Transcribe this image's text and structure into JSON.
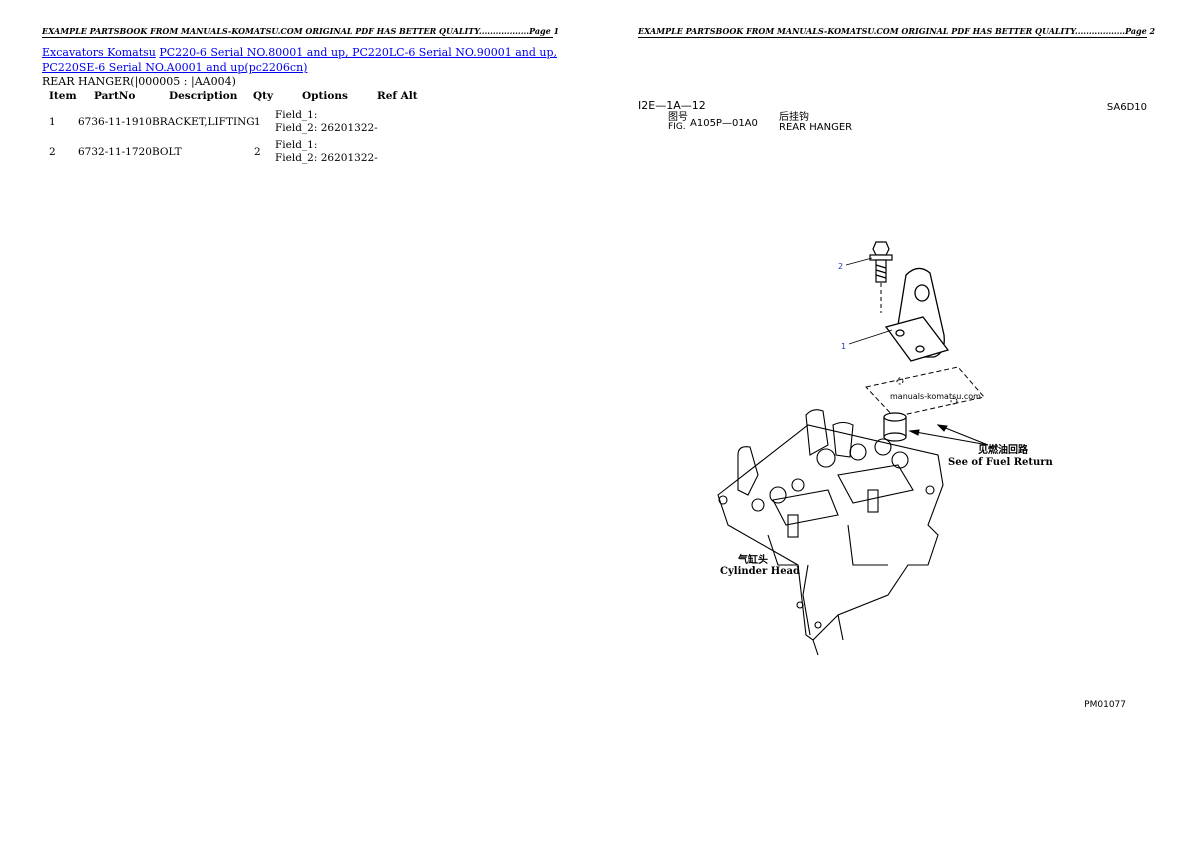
{
  "header": {
    "page1": "EXAMPLE PARTSBOOK FROM MANUALS-KOMATSU.COM ORIGINAL PDF HAS BETTER QUALITY..................Page 1",
    "page2": "EXAMPLE PARTSBOOK FROM MANUALS-KOMATSU.COM ORIGINAL PDF HAS BETTER QUALITY..................Page 2"
  },
  "breadcrumb": {
    "link1": "Excavators Komatsu",
    "link2": "PC220-6 Serial NO.80001 and up, PC220LC-6 Serial NO.90001 and up,",
    "link3": "PC220SE-6 Serial NO.A0001 and up(pc2206cn)"
  },
  "subtitle": "REAR HANGER(|000005 : |AA004)",
  "table": {
    "headers": {
      "item": "Item",
      "partno": "PartNo",
      "description": "Description",
      "qty": "Qty",
      "options": "Options",
      "refalt": "Ref Alt"
    },
    "rows": [
      {
        "item": "1",
        "partno": "6736-11-1910",
        "description": "BRACKET,LIFTING",
        "qty": "1",
        "opt1": "Field_1:",
        "opt2": "Field_2: 26201322-"
      },
      {
        "item": "2",
        "partno": "6732-11-1720",
        "description": "BOLT",
        "qty": "2",
        "opt1": "Field_1:",
        "opt2": "Field_2: 26201322-"
      }
    ]
  },
  "drawing": {
    "code_tl": "I2E—1A—12",
    "fig_cn": "图号",
    "fig_label": "FIG.",
    "fig_no": "A105P—01A0",
    "title_cn": "后挂钩",
    "title_en": "REAR HANGER",
    "code_tr": "SA6D10",
    "callout1": "1",
    "callout2": "2",
    "watermark": "manuals-komatsu.com",
    "note_cn": "见燃油回路",
    "note_en": "See of Fuel Return",
    "cyl_cn": "气缸头",
    "cyl_en": "Cylinder Head",
    "code_br": "PM01077",
    "callout_color": "#1a3fb8"
  }
}
